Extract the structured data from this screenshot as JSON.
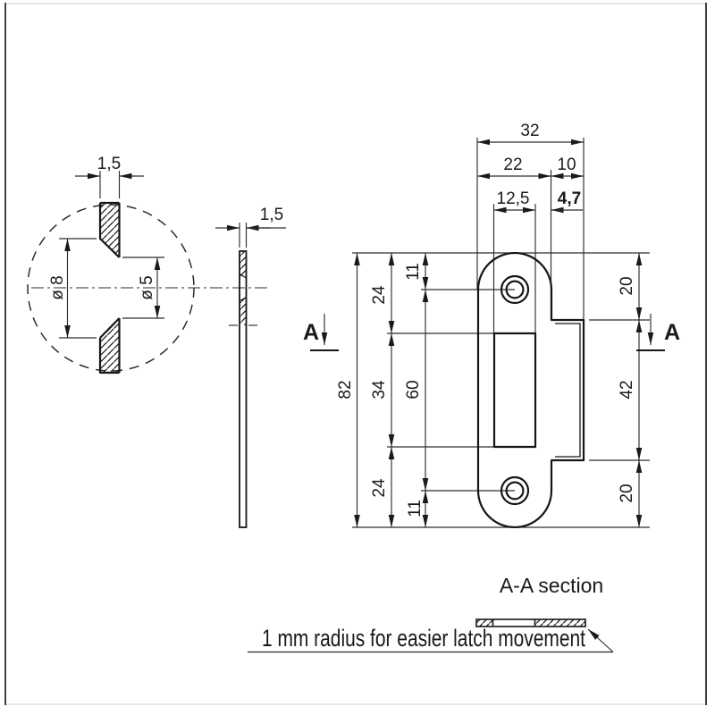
{
  "drawing": {
    "labels": {
      "detail_thickness": "1,5",
      "detail_outer_dia": "ø 8",
      "detail_inner_dia": "ø 5",
      "side_thickness": "1,5",
      "overall_width": "32",
      "body_width": "22",
      "lip_width": "10",
      "opening_width": "12,5",
      "edge_gap": "4,7",
      "overall_height": "82",
      "top_to_opening": "24",
      "opening_height": "34",
      "bottom_to_opening": "24",
      "top_to_hole": "11",
      "hole_spacing": "60",
      "bottom_to_hole": "11",
      "lip_top_offset": "20",
      "lip_length": "42",
      "lip_bottom_offset": "20",
      "section_letter": "A",
      "section_title": "A-A section",
      "note": "1 mm radius for easier latch movement"
    },
    "colors": {
      "line": "#161616",
      "background": "#ffffff"
    }
  }
}
